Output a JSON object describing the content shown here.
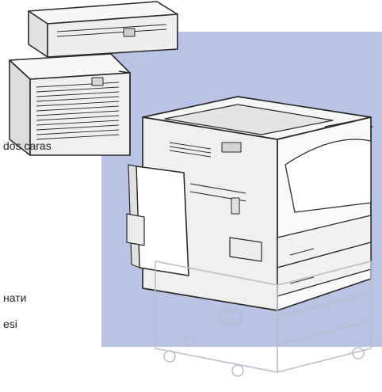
{
  "labels": {
    "duplex_unit": "dos caras",
    "feeder_line1": "нати",
    "feeder_line2": "esi"
  },
  "colors": {
    "backdrop": "#b9c3e3",
    "outline": "#2a2a2a",
    "body": "#f4f4f4",
    "shadow": "#d6d6d6",
    "ghost": "#c8ccd6"
  }
}
